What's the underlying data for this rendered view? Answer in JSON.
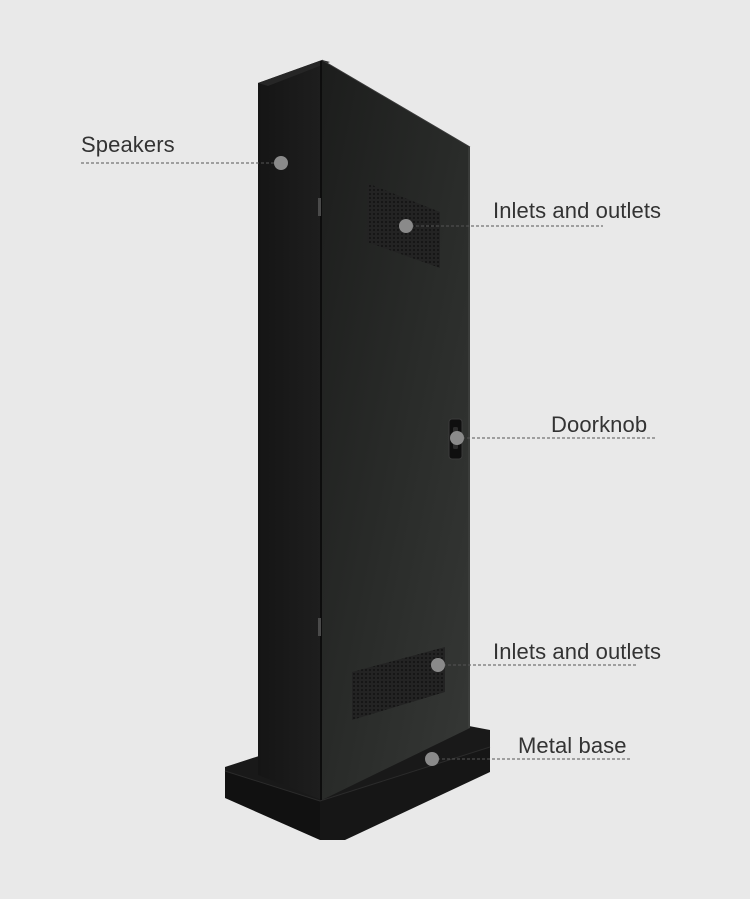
{
  "callouts": {
    "speakers": "Speakers",
    "inlets_top": "Inlets and outlets",
    "doorknob": "Doorknob",
    "inlets_bottom": "Inlets and outlets",
    "metal_base": "Metal base"
  },
  "colors": {
    "background": "#e9e9e9",
    "body": "#1f1f1f",
    "label_text": "#333333",
    "dot": "#8a8a8a",
    "leader_line": "#555555"
  }
}
